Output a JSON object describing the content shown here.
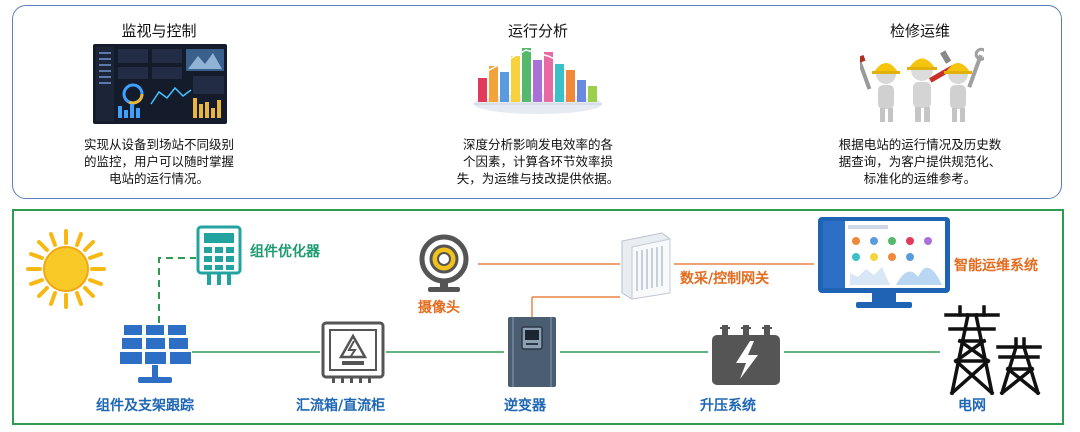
{
  "features": [
    {
      "title": "监视与控制",
      "desc": [
        "实现从设备到场站不同级别",
        "的监控，用户可以随时掌握",
        "电站的运行情况。"
      ],
      "image": "dashboard-screenshot"
    },
    {
      "title": "运行分析",
      "desc": [
        "深度分析影响发电效率的各",
        "个因素，计算各环节效率损",
        "失，为运维与技改提供依据。"
      ],
      "image": "3d-bar-chart"
    },
    {
      "title": "检修运维",
      "desc": [
        "根据电站的运行情况及历史数",
        "据查询，为客户提供规范化、",
        "标准化的运维参考。"
      ],
      "image": "workers-with-tools"
    }
  ],
  "system": {
    "nodes": {
      "optimizer": "组件优化器",
      "camera": "摄像头",
      "gateway": "数采/控制网关",
      "om_system": "智能运维系统",
      "panels": "组件及支架跟踪",
      "combiner": "汇流箱/直流柜",
      "inverter": "逆变器",
      "transformer": "升压系统",
      "grid": "电网"
    },
    "icons": [
      "sun-icon",
      "optimizer-icon",
      "camera-icon",
      "gateway-device-icon",
      "monitor-icon",
      "solar-panel-icon",
      "combiner-box-icon",
      "inverter-icon",
      "transformer-icon",
      "power-tower-icon"
    ],
    "colors": {
      "power_line": "#2f9a52",
      "data_line": "#e36c1e",
      "optimizer_link": "#2f9a52",
      "label_blue": "#1f67b5",
      "label_orange": "#e36c1e",
      "label_green": "#1f9b72"
    }
  }
}
